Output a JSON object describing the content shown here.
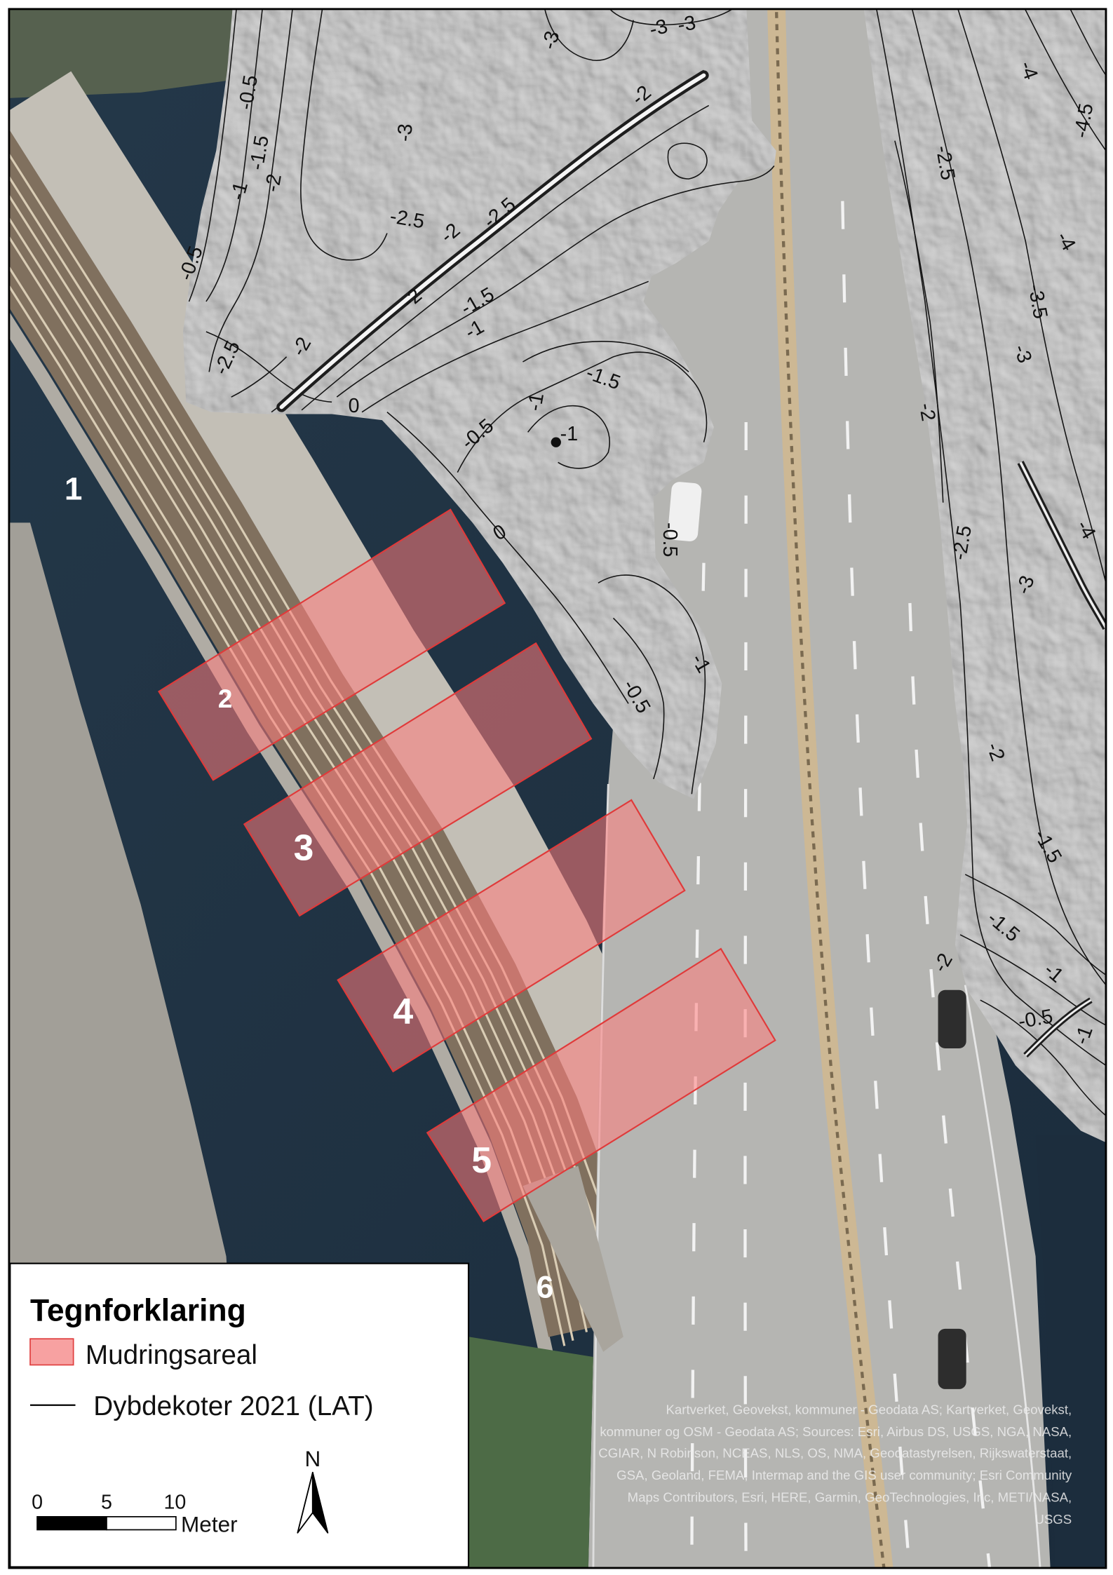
{
  "map": {
    "area_labels": [
      "1",
      "2",
      "3",
      "4",
      "5",
      "6"
    ],
    "contour_labels": [
      "-3",
      "-3",
      "-3",
      "-0.5",
      "-1.5",
      "-1",
      "-2",
      "-0.5",
      "-2.5",
      "-3",
      "-2.5",
      "-2",
      "-2",
      "-1.5",
      "-1",
      "-2",
      "0",
      "-0.5",
      "-1",
      "-1.5",
      "-1",
      "0",
      "-0.5",
      "-1",
      "-0.5",
      "-4",
      "-4.5",
      "-2.5",
      "-4",
      "-3.5",
      "-3",
      "-2",
      "-2.5",
      "-3",
      "-4",
      "-2",
      "-1.5",
      "-1.5",
      "-2",
      "-1",
      "-0.5",
      "-1",
      "-2.5",
      "-2"
    ]
  },
  "legend": {
    "title": "Tegnforklaring",
    "items": [
      {
        "label": "Mudringsareal",
        "color": "#f7a1a1",
        "outline": "#e04040"
      },
      {
        "label": "Dybdekoter 2021 (LAT)",
        "color": "#000000"
      }
    ]
  },
  "scale_bar": {
    "ticks": [
      "0",
      "5",
      "10"
    ],
    "unit": "Meter"
  },
  "north_arrow": {
    "label": "N",
    "icon": "north-arrow-icon"
  },
  "attribution": {
    "lines": [
      "Kartverket, Geovekst, kommuner - Geodata AS; Kartverket, Geovekst,",
      "kommuner og OSM - Geodata AS; Sources: Esri, Airbus DS, USGS, NGA, NASA,",
      "CGIAR, N Robinson, NCEAS, NLS, OS, NMA, Geodatastyrelsen, Rijkswaterstaat,",
      "GSA, Geoland, FEMA, Intermap and the GIS user community; Esri Community",
      "Maps Contributors, Esri, HERE, Garmin, GeoTechnologies, Inc, METI/NASA,",
      "USGS"
    ]
  },
  "style": {
    "dredging_fill": "#ff7c7c",
    "dredging_stroke": "#e03a3a",
    "area_label_color": "#ffffff"
  }
}
